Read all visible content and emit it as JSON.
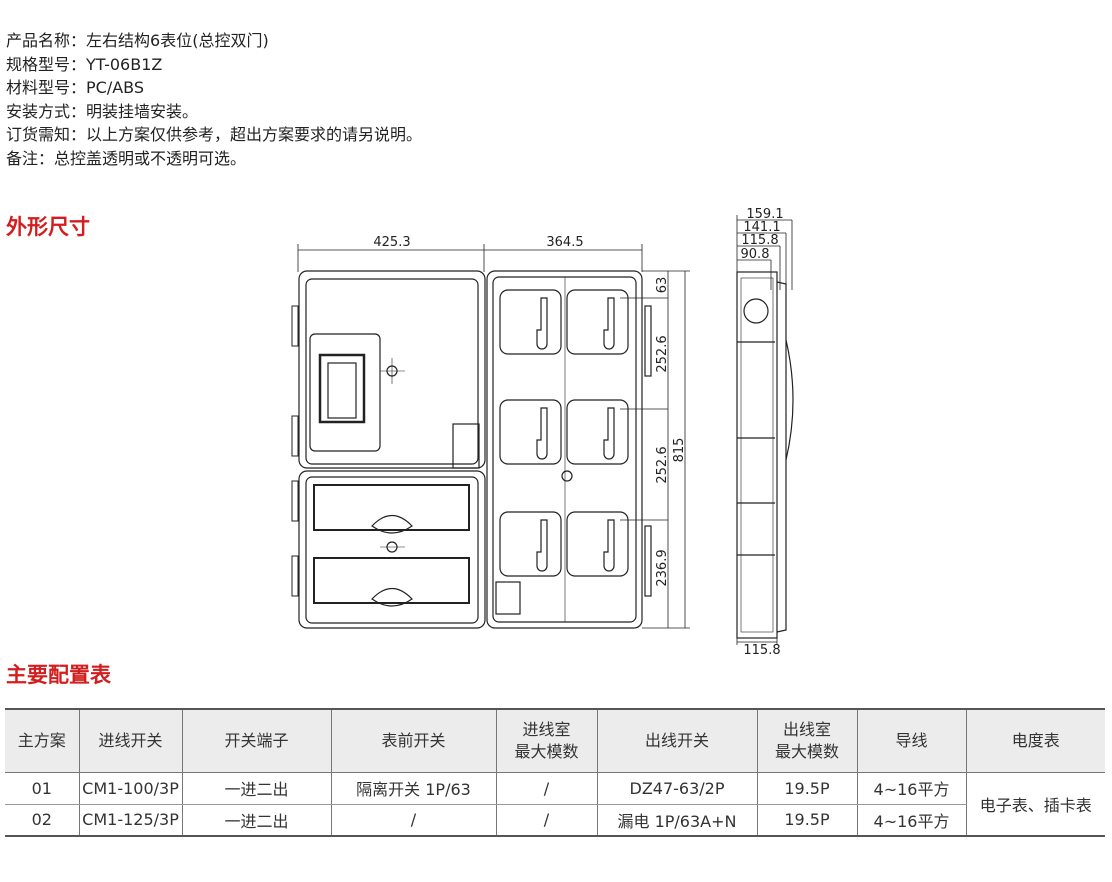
{
  "spec": [
    {
      "label": "产品名称：",
      "value": "左右结构6表位(总控双门)"
    },
    {
      "label": "规格型号：",
      "value": "YT-06B1Z"
    },
    {
      "label": "材料型号：",
      "value": "PC/ABS"
    },
    {
      "label": "安装方式：",
      "value": "明装挂墙安装。"
    },
    {
      "label": "订货需知：",
      "value": "以上方案仅供参考，超出方案要求的请另说明。"
    },
    {
      "label": "备注：",
      "value": "总控盖透明或不透明可选。"
    }
  ],
  "section_dimensions": "外形尺寸",
  "section_config": "主要配置表",
  "dimensions": {
    "width_left": "425.3",
    "width_right": "364.5",
    "v1": "63",
    "v2": "252.6",
    "v3": "252.6",
    "v4": "236.9",
    "height": "815",
    "depth1": "159.1",
    "depth2": "141.1",
    "depth3": "115.8",
    "depth4": "90.8",
    "depth_bottom": "115.8"
  },
  "table": {
    "headers": [
      "主方案",
      "进线开关",
      "开关端子",
      "表前开关",
      "进线室",
      "最大模数",
      "出线开关",
      "出线室",
      "最大模数",
      "导线",
      "电度表"
    ],
    "rows": [
      [
        "01",
        "CM1-100/3P",
        "一进二出",
        "隔离开关 1P/63",
        "/",
        "DZ47-63/2P",
        "19.5P",
        "4~16平方"
      ],
      [
        "02",
        "CM1-125/3P",
        "一进二出",
        "/",
        "/",
        "漏电 1P/63A+N",
        "19.5P",
        "4~16平方"
      ]
    ],
    "meter_cell": "电子表、插卡表"
  },
  "colors": {
    "heading": "#d21e1e",
    "header_bg": "#ececec"
  }
}
